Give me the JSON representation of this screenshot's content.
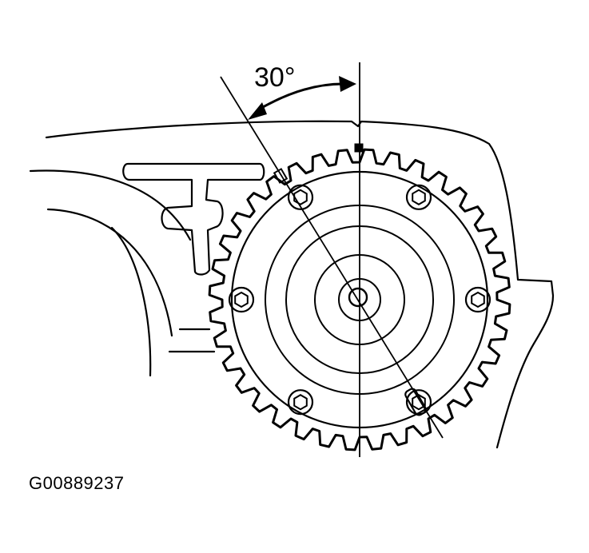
{
  "diagram": {
    "angle_label": "30°",
    "figure_id": "G00889237"
  },
  "sprocket": {
    "teeth": 36,
    "bolt_count": 6
  },
  "colors": {
    "line": "#000000",
    "background": "#ffffff"
  }
}
